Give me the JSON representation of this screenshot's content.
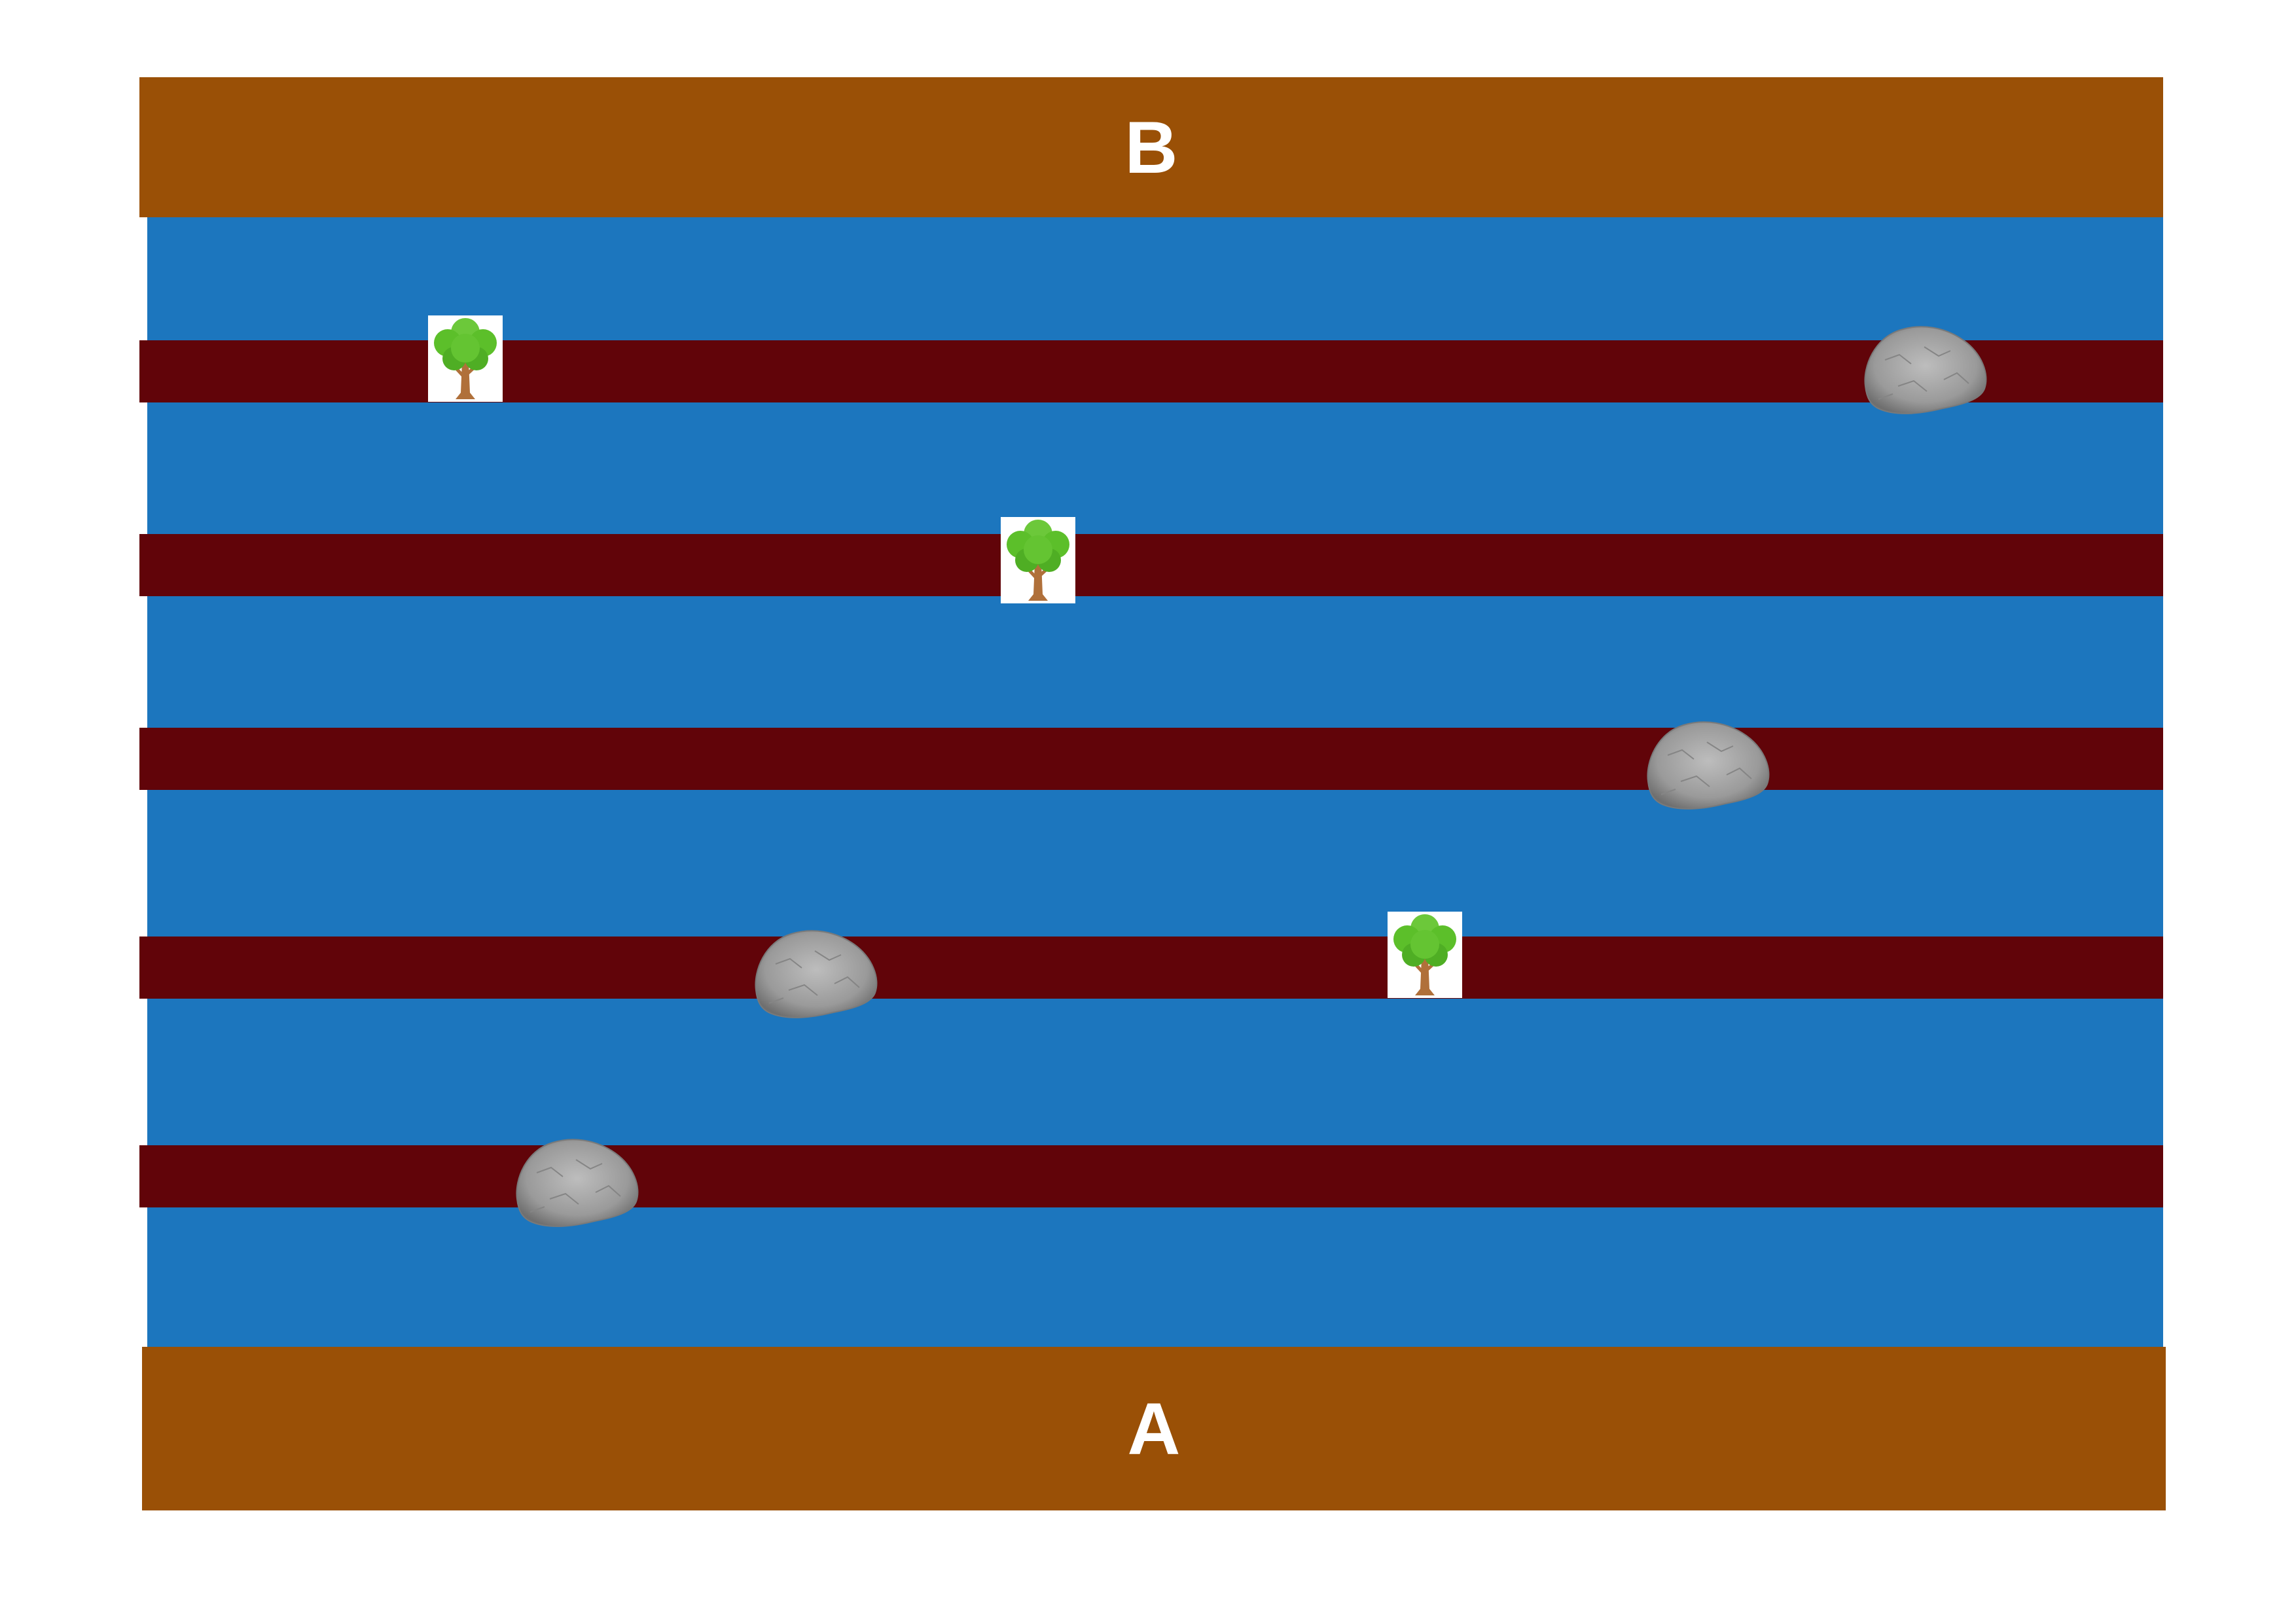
{
  "banks": {
    "top_label": "B",
    "bottom_label": "A"
  },
  "colors": {
    "bank": "#9a5006",
    "water": "#1c76be",
    "log": "#610409",
    "label": "#ffffff",
    "rock": "#a8a8a8",
    "tree_leaves": "#5cbf2a",
    "tree_trunk": "#b0703a"
  },
  "logs": [
    {
      "row": 1,
      "obstacles": [
        "tree-icon",
        "rock-icon"
      ]
    },
    {
      "row": 2,
      "obstacles": [
        "tree-icon"
      ]
    },
    {
      "row": 3,
      "obstacles": [
        "rock-icon"
      ]
    },
    {
      "row": 4,
      "obstacles": [
        "rock-icon",
        "tree-icon"
      ]
    },
    {
      "row": 5,
      "obstacles": [
        "rock-icon"
      ]
    }
  ]
}
